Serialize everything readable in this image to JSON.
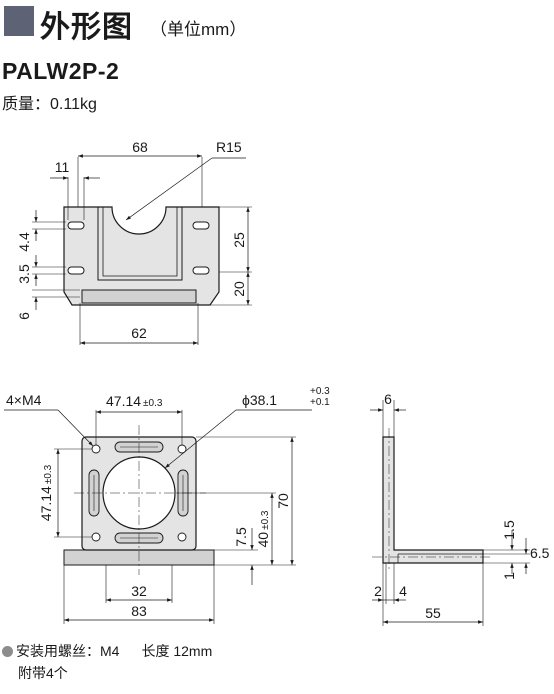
{
  "header": {
    "title": "外形图",
    "unit": "（单位mm）"
  },
  "product": {
    "model": "PALW2P-2",
    "mass_label": "质量：",
    "mass_value": "0.11kg"
  },
  "top_view": {
    "dims": {
      "width_68": "68",
      "radius": "R15",
      "slot_11": "11",
      "h_4_4": "4.4",
      "h_3_5": "3.5",
      "h_6": "6",
      "h_25": "25",
      "h_20": "20",
      "width_62": "62"
    }
  },
  "front_view": {
    "dims": {
      "holes": "4×M4",
      "pitch_h": "47.14",
      "pitch_h_tol": "±0.3",
      "pitch_v": "47.14",
      "pitch_v_tol": "±0.3",
      "bore": "ϕ38.1",
      "bore_tol_upper": "+0.3",
      "bore_tol_lower": "+0.1",
      "h_70": "70",
      "h_40": "40",
      "h_40_tol": "±0.3",
      "h_7_5": "7.5",
      "w_32": "32",
      "w_83": "83"
    }
  },
  "side_view": {
    "dims": {
      "t_6": "6",
      "d_1_5": "1.5",
      "d_6_5": "6.5",
      "d_1": "1",
      "d_2": "2",
      "d_4": "4",
      "w_55": "55"
    }
  },
  "notes": {
    "screws_label": "安装用螺丝：",
    "screws_value": "M4",
    "length": "长度 12mm",
    "included": "附带4个"
  }
}
